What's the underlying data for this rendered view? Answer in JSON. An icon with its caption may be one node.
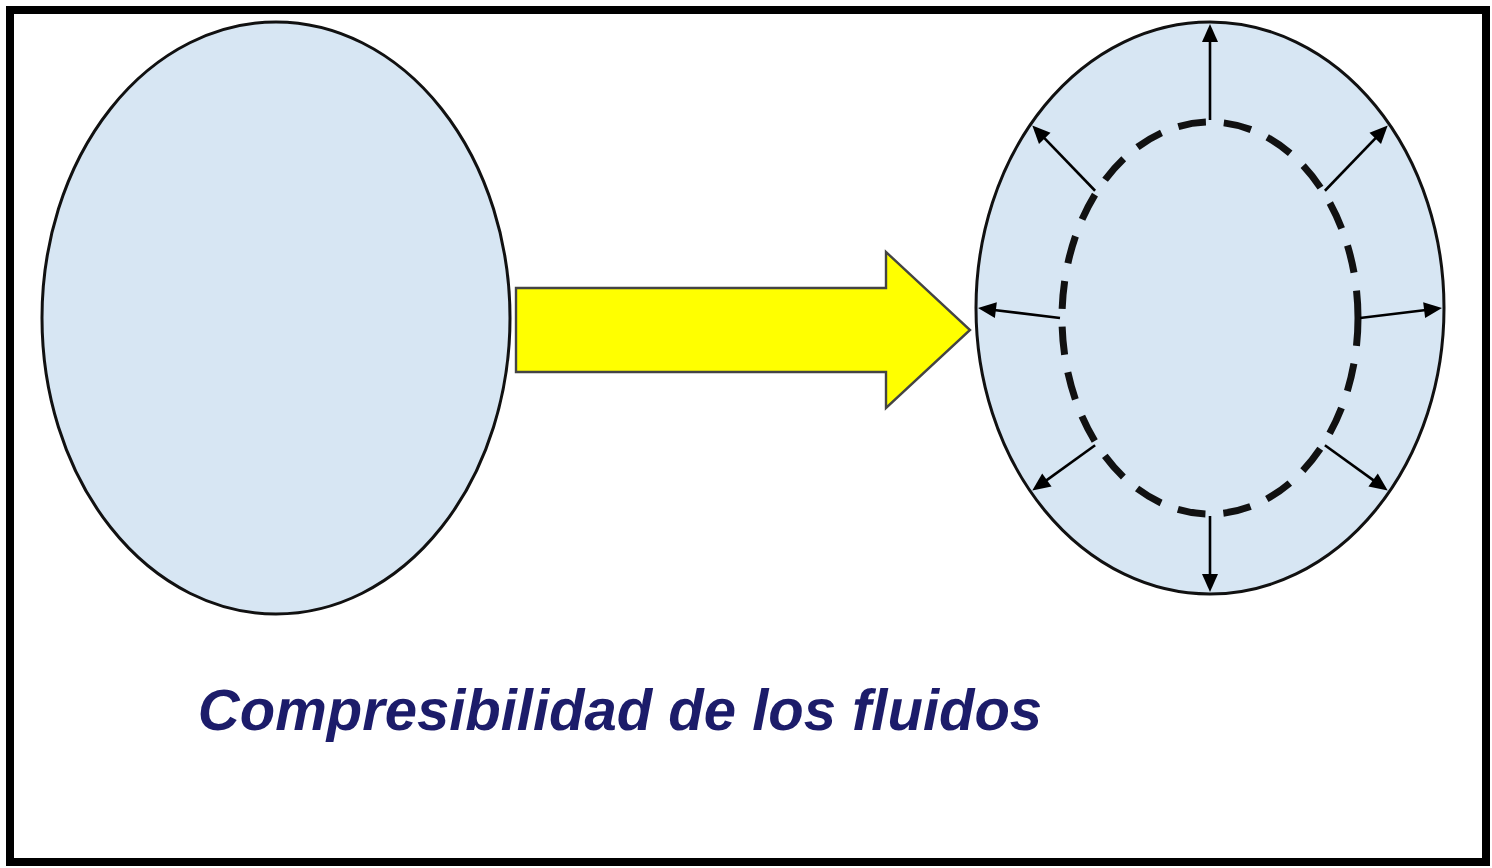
{
  "diagram": {
    "caption": "Compresibilidad de los fluidos",
    "nodes": [
      {
        "text": [],
        "shape": "ellipse"
      },
      {
        "text": [],
        "shape": "ellipse"
      },
      {
        "text": [],
        "shape": "ellipse",
        "in": 1
      }
    ],
    "edges": [
      {
        "from": 0,
        "to": 1,
        "arrow": "to",
        "style": "thick",
        "color": "#ffff00"
      },
      {
        "from": 2,
        "to": 1,
        "arrow": "to"
      },
      {
        "from": 2,
        "to": 1,
        "arrow": "to"
      },
      {
        "from": 2,
        "to": 1,
        "arrow": "to"
      },
      {
        "from": 2,
        "to": 1,
        "arrow": "to"
      },
      {
        "from": 2,
        "to": 1,
        "arrow": "to"
      },
      {
        "from": 2,
        "to": 1,
        "arrow": "to"
      },
      {
        "from": 2,
        "to": 1,
        "arrow": "to"
      },
      {
        "from": 2,
        "to": 1,
        "arrow": "to"
      }
    ]
  }
}
